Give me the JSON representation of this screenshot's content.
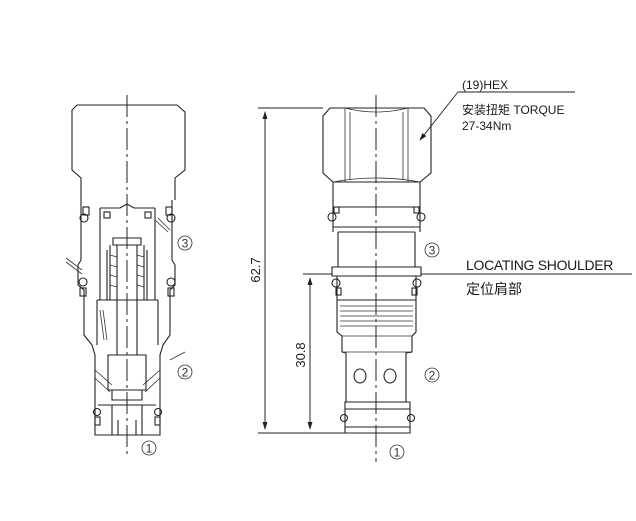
{
  "hex_callout": {
    "size": "(19)HEX",
    "torque_label": "安装扭矩 TORQUE",
    "torque_value": "27-34Nm"
  },
  "shoulder_callout": {
    "label": "LOCATING SHOULDER",
    "label_cn": "定位肩部"
  },
  "dimensions": {
    "overall_length": "62.7",
    "shoulder_to_end": "30.8"
  },
  "ports": {
    "port1": "1",
    "port2": "2",
    "port3": "3"
  }
}
